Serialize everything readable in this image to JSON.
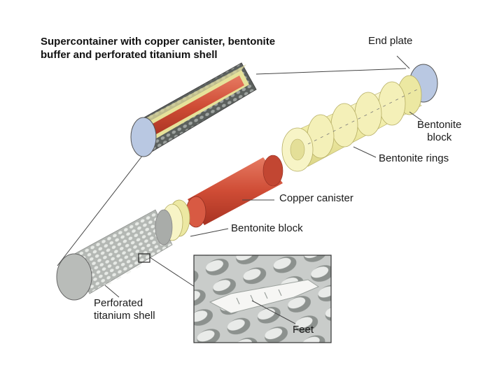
{
  "title": {
    "line1": "Supercontainer with copper canister, bentonite",
    "line2": "buffer and perforated titanium shell"
  },
  "labels": {
    "end_plate": "End plate",
    "bentonite_block_top_line1": "Bentonite",
    "bentonite_block_top_line2": "block",
    "bentonite_rings": "Bentonite rings",
    "copper_canister": "Copper canister",
    "bentonite_block_bottom": "Bentonite block",
    "titanium_shell_line1": "Perforated",
    "titanium_shell_line2": "titanium shell",
    "feet": "Feet"
  },
  "colors": {
    "bentonite": "#f4f0b8",
    "copper": "#d0503a",
    "titanium": "#b9bcb9",
    "end_plate": "#b9c8e2",
    "outline": "#555555"
  }
}
